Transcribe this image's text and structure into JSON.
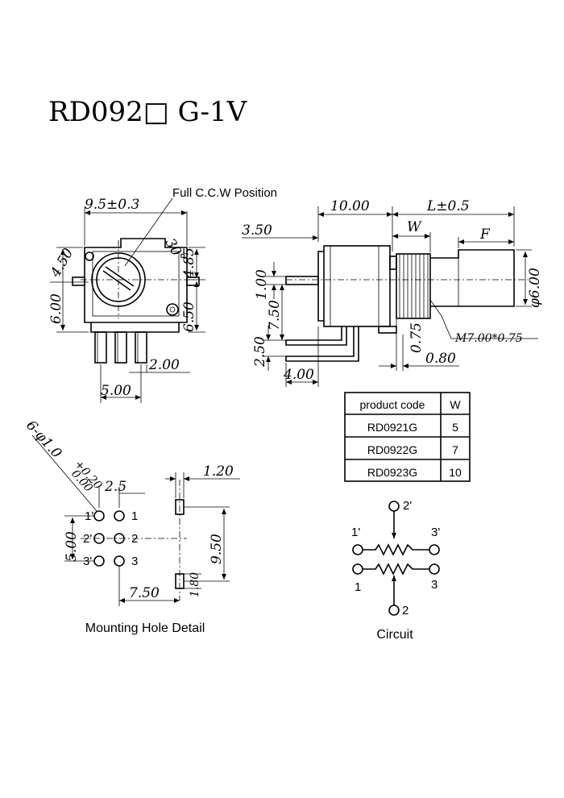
{
  "title": "RD092□ G-1V",
  "front_view": {
    "label": "Full C.C.W Position",
    "dims": {
      "width": "9.5±0.3",
      "d450": "4.50",
      "d600": "6.00",
      "d30": "30°",
      "d485": "4.85",
      "d650": "6.50",
      "d200": "2.00",
      "d500": "5.00"
    }
  },
  "side_view": {
    "dims": {
      "d1000": "10.00",
      "L": "L±0.5",
      "W": "W",
      "F": "F",
      "d350": "3.50",
      "d100": "1.00",
      "d750": "7.50",
      "d250": "2.50",
      "d400": "4.00",
      "d075": "0.75",
      "d080": "0.80",
      "shaft": "φ6.00",
      "thread": "M7.00*0.75"
    }
  },
  "table": {
    "headers": [
      "product code",
      "W"
    ],
    "rows": [
      {
        "code": "RD0921G",
        "w": "5"
      },
      {
        "code": "RD0922G",
        "w": "7"
      },
      {
        "code": "RD0923G",
        "w": "10"
      }
    ]
  },
  "mounting": {
    "caption": "Mounting Hole Detail",
    "holes": "6-φ1.0",
    "tol_plus": "+0.20",
    "tol_zero": "0.00",
    "d25": "2.5",
    "d120": "1.20",
    "d500": "5.00",
    "d950": "9.50",
    "d180": "1.80",
    "d750": "7.50",
    "pins": [
      "1'",
      "2'",
      "3'",
      "1",
      "2",
      "3"
    ]
  },
  "circuit": {
    "caption": "Circuit",
    "pins": [
      "2'",
      "1'",
      "3'",
      "1",
      "3",
      "2"
    ]
  }
}
